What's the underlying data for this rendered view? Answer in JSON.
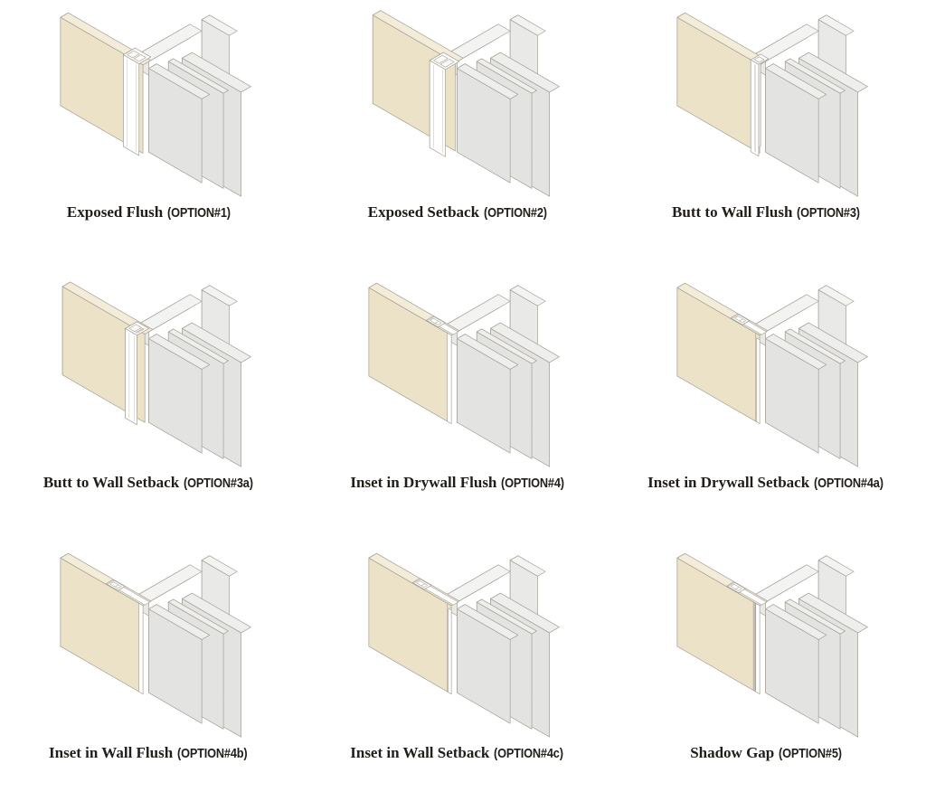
{
  "page": {
    "background": "#ffffff",
    "description": "Sheet of nine isometric door-jamb installation detail diagrams"
  },
  "palette": {
    "door_front": "#ebe2c8",
    "door_top": "#f2ecd9",
    "door_side": "#e0d6ba",
    "frame_white": "#ffffff",
    "wall_front": "#e3e3e2",
    "wall_top": "#eeeeed",
    "wall_side": "#d6d6d4",
    "trim_front": "#e9e9e8",
    "trim_top": "#f3f3f2",
    "trim_side": "#dddddc",
    "shadow_gap": "#c6c4bc",
    "line": "#a29d92",
    "text": "#211d19"
  },
  "figures": [
    {
      "title": "Exposed Flush",
      "option_tag": "(OPTION#1)",
      "variant": "exposed-flush"
    },
    {
      "title": "Exposed Setback",
      "option_tag": "(OPTION#2)",
      "variant": "exposed-setback"
    },
    {
      "title": "Butt to Wall Flush",
      "option_tag": "(OPTION#3)",
      "variant": "butt-flush"
    },
    {
      "title": "Butt to Wall Setback",
      "option_tag": "(OPTION#3a)",
      "variant": "butt-setback"
    },
    {
      "title": "Inset in Drywall Flush",
      "option_tag": "(OPTION#4)",
      "variant": "inset-drywall-flush",
      "notch_u": 58
    },
    {
      "title": "Inset in Drywall Setback",
      "option_tag": "(OPTION#4a)",
      "variant": "inset-drywall-setback",
      "notch_u": 54
    },
    {
      "title": "Inset in Wall Flush",
      "option_tag": "(OPTION#4b)",
      "variant": "inset-wall-flush",
      "notch_u": 46
    },
    {
      "title": "Inset in Wall Setback",
      "option_tag": "(OPTION#4c)",
      "variant": "inset-wall-setback",
      "notch_u": 44
    },
    {
      "title": "Shadow Gap",
      "option_tag": "(OPTION#5)",
      "variant": "shadow-gap",
      "notch_u": 50
    }
  ]
}
